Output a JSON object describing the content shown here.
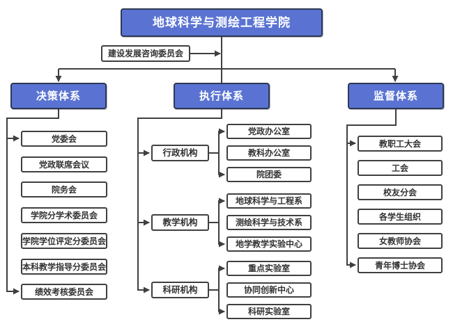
{
  "root": {
    "label": "地球科学与测绘工程学院"
  },
  "advisory": {
    "label": "建设发展咨询委员会"
  },
  "branches": {
    "decision": {
      "label": "决策体系",
      "items": [
        "党委会",
        "党政联席会议",
        "院务会",
        "学院分学术委员会",
        "学院学位评定分委员会",
        "本科教学指导分委员会",
        "绩效考核委员会"
      ]
    },
    "execution": {
      "label": "执行体系",
      "groups": [
        {
          "label": "行政机构",
          "items": [
            "党政办公室",
            "教科办公室",
            "院团委"
          ]
        },
        {
          "label": "教学机构",
          "items": [
            "地球科学与工程系",
            "测绘科学与技术系",
            "地学教学实验中心"
          ]
        },
        {
          "label": "科研机构",
          "items": [
            "重点实验室",
            "协同创新中心",
            "科研实验室"
          ]
        }
      ]
    },
    "supervision": {
      "label": "监督体系",
      "items": [
        "教职工大会",
        "工会",
        "校友分会",
        "各学生组织",
        "女教师协会",
        "青年博士协会"
      ]
    }
  },
  "palette": {
    "node_blue": "#5a73d3",
    "node_blue_border": "#2d3852",
    "white_box_border": "#3f3f3f",
    "connector": "#3f3f3f",
    "text_dark": "#333333",
    "text_light": "#ffffff"
  }
}
